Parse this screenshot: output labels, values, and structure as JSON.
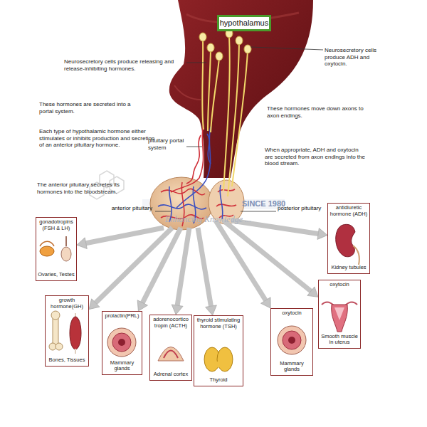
{
  "diagram": {
    "nodes": [
      {
        "text": [
          "hypothalamus"
        ]
      },
      {
        "text": [
          "anterior pituitary"
        ]
      },
      {
        "text": [
          "posterior pituitary"
        ]
      },
      {
        "text": [
          "gonadotropins (FSH & LH)",
          "Ovaries, Testes"
        ]
      },
      {
        "text": [
          "growth hormone(GH)",
          "Bones, Tissues"
        ]
      },
      {
        "text": [
          "prolactin(PRL)",
          "Mammary glands"
        ]
      },
      {
        "text": [
          "adorenocortico tropin (ACTH)",
          "Adrenal cortex"
        ]
      },
      {
        "text": [
          "thyroid stimulating hormone (TSH)",
          "Thyroid"
        ]
      },
      {
        "text": [
          "oxytocin",
          "Mammary glands"
        ]
      },
      {
        "text": [
          "oxytocin",
          "Smooth muscle in uterus"
        ]
      },
      {
        "text": [
          "antidiuretic hormone (ADH)",
          "Kidney tubules"
        ]
      }
    ],
    "edges": [
      {
        "from": 1,
        "to": 3,
        "arrow": "to"
      },
      {
        "from": 1,
        "to": 4,
        "arrow": "to"
      },
      {
        "from": 1,
        "to": 5,
        "arrow": "to"
      },
      {
        "from": 1,
        "to": 6,
        "arrow": "to"
      },
      {
        "from": 1,
        "to": 7,
        "arrow": "to"
      },
      {
        "from": 2,
        "to": 8,
        "arrow": "to"
      },
      {
        "from": 2,
        "to": 9,
        "arrow": "to"
      },
      {
        "from": 2,
        "to": 10,
        "arrow": "to"
      }
    ],
    "labels": [
      "Neurosecretory cells produce releasing and release-inhibiting hormones.",
      "Neurosecretory cells produce ADH and oxytocin.",
      "These hormones are secreted into a portal system.",
      "These hormones move down axons to axon endings.",
      "Each type of hypothalamic hormone either stimulates or inhibits production and secretion of an anterior pituitary hormone.",
      "pituitary portal system",
      "When appropriate, ADH and oxytocin are secreted from axon endings into the blood stream.",
      "The anterior pituitary secretes its hormones into the bloodstream.",
      "SINCE 1980",
      "Enhancing Knowledge ..."
    ]
  }
}
